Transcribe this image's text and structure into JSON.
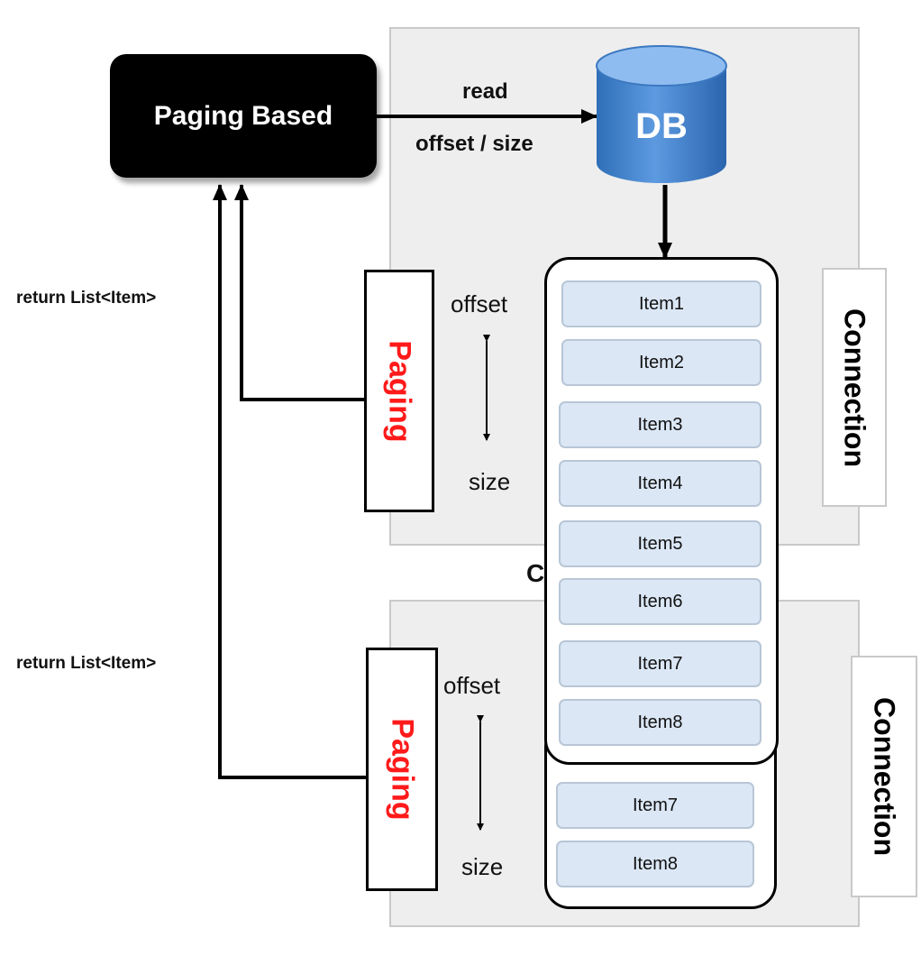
{
  "source": {
    "label": "Paging Based"
  },
  "db": {
    "label": "DB"
  },
  "read_arrow": {
    "label": "read",
    "sublabel": "offset / size"
  },
  "returns": [
    "return List<Item>",
    "return List<Item>"
  ],
  "top_section": {
    "paging_label": "Paging",
    "offset_label": "offset",
    "size_label": "size",
    "connection_label": "Connection"
  },
  "bottom_section": {
    "paging_label": "Paging",
    "offset_label": "offset",
    "size_label": "size",
    "connection_label": "Connection"
  },
  "overlap_glyph": "C",
  "top_chunk_items": [
    "Item1",
    "Item2",
    "Item3",
    "Item4",
    "Item5",
    "Item6",
    "Item7",
    "Item8"
  ],
  "bottom_chunk_items": [
    "Item7",
    "Item8"
  ]
}
